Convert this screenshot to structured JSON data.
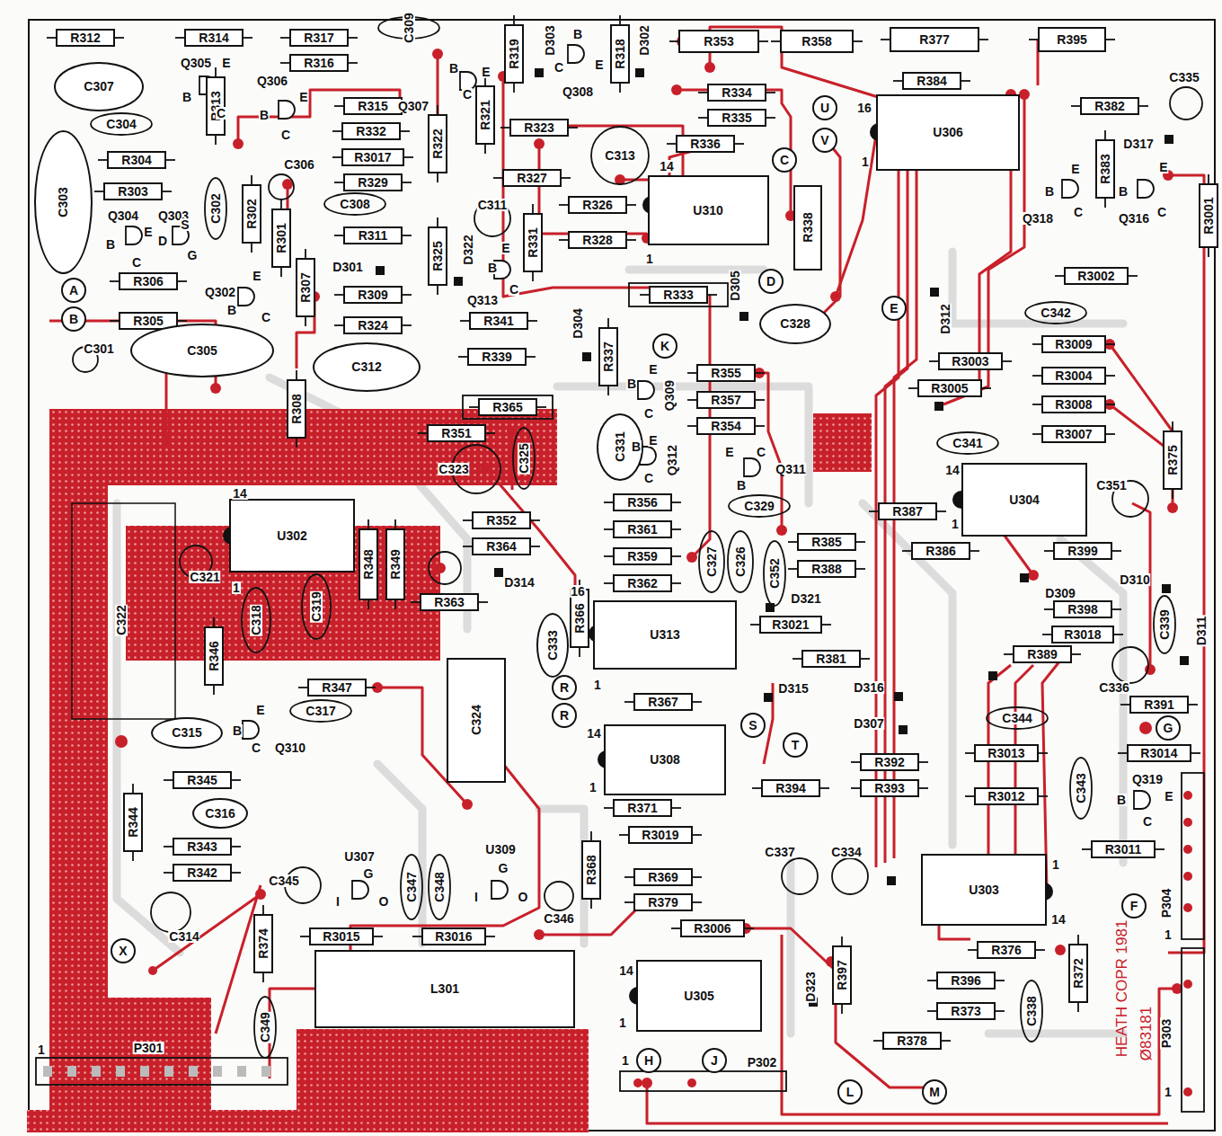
{
  "diagram": {
    "nodes": [
      {
        "text": [
          "R312"
        ]
      },
      {
        "text": [
          "R314"
        ]
      },
      {
        "text": [
          "R317"
        ]
      },
      {
        "text": [
          "R316"
        ]
      },
      {
        "text": [
          "R319"
        ]
      },
      {
        "text": [
          "R318"
        ]
      },
      {
        "text": [
          "R353"
        ]
      },
      {
        "text": [
          "R358"
        ]
      },
      {
        "text": [
          "R377"
        ]
      },
      {
        "text": [
          "R395"
        ]
      },
      {
        "text": [
          "R313"
        ]
      },
      {
        "text": [
          "R315"
        ]
      },
      {
        "text": [
          "R332"
        ]
      },
      {
        "text": [
          "R3017"
        ]
      },
      {
        "text": [
          "R329"
        ]
      },
      {
        "text": [
          "R311"
        ]
      },
      {
        "text": [
          "R309"
        ]
      },
      {
        "text": [
          "R324"
        ]
      },
      {
        "text": [
          "R321"
        ]
      },
      {
        "text": [
          "R322"
        ]
      },
      {
        "text": [
          "R323"
        ]
      },
      {
        "text": [
          "R327"
        ]
      },
      {
        "text": [
          "R326"
        ]
      },
      {
        "text": [
          "R328"
        ]
      },
      {
        "text": [
          "R325"
        ]
      },
      {
        "text": [
          "R331"
        ]
      },
      {
        "text": [
          "R334"
        ]
      },
      {
        "text": [
          "R335"
        ]
      },
      {
        "text": [
          "R336"
        ]
      },
      {
        "text": [
          "R384"
        ]
      },
      {
        "text": [
          "R382"
        ]
      },
      {
        "text": [
          "R383"
        ]
      },
      {
        "text": [
          "R3001"
        ]
      },
      {
        "text": [
          "R304"
        ]
      },
      {
        "text": [
          "R303"
        ]
      },
      {
        "text": [
          "R302"
        ]
      },
      {
        "text": [
          "R301"
        ]
      },
      {
        "text": [
          "R306"
        ]
      },
      {
        "text": [
          "R305"
        ]
      },
      {
        "text": [
          "R307"
        ]
      },
      {
        "text": [
          "R308"
        ]
      },
      {
        "text": [
          "R341"
        ]
      },
      {
        "text": [
          "R339"
        ]
      },
      {
        "text": [
          "R337"
        ]
      },
      {
        "text": [
          "R338"
        ]
      },
      {
        "text": [
          "R333"
        ]
      },
      {
        "text": [
          "R365"
        ]
      },
      {
        "text": [
          "R351"
        ]
      },
      {
        "text": [
          "R355"
        ]
      },
      {
        "text": [
          "R357"
        ]
      },
      {
        "text": [
          "R354"
        ]
      },
      {
        "text": [
          "R3002"
        ]
      },
      {
        "text": [
          "R3009"
        ]
      },
      {
        "text": [
          "R3004"
        ]
      },
      {
        "text": [
          "R3008"
        ]
      },
      {
        "text": [
          "R3007"
        ]
      },
      {
        "text": [
          "R3003"
        ]
      },
      {
        "text": [
          "R3005"
        ]
      },
      {
        "text": [
          "R375"
        ]
      },
      {
        "text": [
          "R356"
        ]
      },
      {
        "text": [
          "R361"
        ]
      },
      {
        "text": [
          "R359"
        ]
      },
      {
        "text": [
          "R362"
        ]
      },
      {
        "text": [
          "R352"
        ]
      },
      {
        "text": [
          "R364"
        ]
      },
      {
        "text": [
          "R348"
        ]
      },
      {
        "text": [
          "R349"
        ]
      },
      {
        "text": [
          "R363"
        ]
      },
      {
        "text": [
          "R366"
        ]
      },
      {
        "text": [
          "R385"
        ]
      },
      {
        "text": [
          "R388"
        ]
      },
      {
        "text": [
          "R387"
        ]
      },
      {
        "text": [
          "R386"
        ]
      },
      {
        "text": [
          "R399"
        ]
      },
      {
        "text": [
          "R3021"
        ]
      },
      {
        "text": [
          "R381"
        ]
      },
      {
        "text": [
          "R398"
        ]
      },
      {
        "text": [
          "R3018"
        ]
      },
      {
        "text": [
          "R389"
        ]
      },
      {
        "text": [
          "R346"
        ]
      },
      {
        "text": [
          "R347"
        ]
      },
      {
        "text": [
          "R367"
        ]
      },
      {
        "text": [
          "R391"
        ]
      },
      {
        "text": [
          "R3014"
        ]
      },
      {
        "text": [
          "R3013"
        ]
      },
      {
        "text": [
          "R392"
        ]
      },
      {
        "text": [
          "R393"
        ]
      },
      {
        "text": [
          "R3012"
        ]
      },
      {
        "text": [
          "R394"
        ]
      },
      {
        "text": [
          "R371"
        ]
      },
      {
        "text": [
          "R3019"
        ]
      },
      {
        "text": [
          "R345"
        ]
      },
      {
        "text": [
          "R344"
        ]
      },
      {
        "text": [
          "R343"
        ]
      },
      {
        "text": [
          "R342"
        ]
      },
      {
        "text": [
          "R369"
        ]
      },
      {
        "text": [
          "R379"
        ]
      },
      {
        "text": [
          "R3006"
        ]
      },
      {
        "text": [
          "R368"
        ]
      },
      {
        "text": [
          "R3011"
        ]
      },
      {
        "text": [
          "R374"
        ]
      },
      {
        "text": [
          "R3015"
        ]
      },
      {
        "text": [
          "R3016"
        ]
      },
      {
        "text": [
          "R376"
        ]
      },
      {
        "text": [
          "R396"
        ]
      },
      {
        "text": [
          "R373"
        ]
      },
      {
        "text": [
          "R372"
        ]
      },
      {
        "text": [
          "R397"
        ]
      },
      {
        "text": [
          "R378"
        ]
      },
      {
        "text": [
          "U306"
        ]
      },
      {
        "text": [
          "U310"
        ]
      },
      {
        "text": [
          "U302"
        ]
      },
      {
        "text": [
          "U313"
        ]
      },
      {
        "text": [
          "U308"
        ]
      },
      {
        "text": [
          "U304"
        ]
      },
      {
        "text": [
          "U303"
        ]
      },
      {
        "text": [
          "U305"
        ]
      },
      {
        "text": [
          "L301"
        ]
      },
      {
        "text": [
          "C324"
        ]
      },
      {
        "text": [
          "C307"
        ]
      },
      {
        "text": [
          "C303"
        ]
      },
      {
        "text": [
          "C305"
        ]
      },
      {
        "text": [
          "C312"
        ]
      },
      {
        "text": [
          "C315"
        ]
      },
      {
        "text": [
          "C316"
        ]
      },
      {
        "text": [
          "C331"
        ]
      },
      {
        "text": [
          "C333"
        ]
      },
      {
        "text": [
          "C328"
        ]
      },
      {
        "text": [
          "A"
        ]
      },
      {
        "text": [
          "B"
        ]
      },
      {
        "text": [
          "U"
        ]
      },
      {
        "text": [
          "V"
        ]
      },
      {
        "text": [
          "C"
        ]
      },
      {
        "text": [
          "D"
        ]
      },
      {
        "text": [
          "E"
        ]
      },
      {
        "text": [
          "K"
        ]
      },
      {
        "text": [
          "R"
        ]
      },
      {
        "text": [
          "R"
        ]
      },
      {
        "text": [
          "S"
        ]
      },
      {
        "text": [
          "T"
        ]
      },
      {
        "text": [
          "G"
        ]
      },
      {
        "text": [
          "F"
        ]
      },
      {
        "text": [
          "X"
        ]
      },
      {
        "text": [
          "H"
        ]
      },
      {
        "text": [
          "J"
        ]
      },
      {
        "text": [
          "L"
        ]
      },
      {
        "text": [
          "M"
        ]
      }
    ],
    "labels": [
      "C309",
      "Q305",
      "E",
      "B",
      "C",
      "Q306",
      "E",
      "B",
      "C",
      "C304",
      "C306",
      "C308",
      "C302",
      "Q304",
      "E",
      "B",
      "C",
      "Q303",
      "S",
      "D",
      "G",
      "Q302",
      "E",
      "B",
      "C",
      "C301",
      "B",
      "E",
      "C",
      "Q307",
      "D303",
      "D302",
      "B",
      "E",
      "C",
      "Q308",
      "C313",
      "14",
      "1",
      "C311",
      "E",
      "B",
      "C",
      "Q313",
      "D301",
      "D322",
      "D305",
      "D304",
      "E",
      "B",
      "Q309",
      "C",
      "E",
      "B",
      "Q312",
      "C",
      "E",
      "C",
      "Q311",
      "B",
      "C325",
      "C323",
      "C329",
      "C327",
      "C326",
      "C352",
      "D321",
      "D315",
      "D316",
      "D307",
      "D314",
      "16",
      "1",
      "14",
      "1",
      "14",
      "1",
      "C321",
      "C318",
      "C319",
      "C322",
      "C317",
      "E",
      "B",
      "C",
      "Q310",
      "U307",
      "G",
      "I",
      "O",
      "C347",
      "C348",
      "U309",
      "G",
      "I",
      "O",
      "C346",
      "C345",
      "C314",
      "C349",
      "P301",
      "1",
      "14",
      "1",
      "1",
      "P302",
      "C337",
      "C334",
      "D323",
      "C344",
      "C343",
      "C338",
      "1",
      "14",
      "C336",
      "C339",
      "D311",
      "D310",
      "D309",
      "C351",
      "14",
      "1",
      "C341",
      "C342",
      "D312",
      "Q318",
      "E",
      "B",
      "C",
      "Q316",
      "E",
      "B",
      "C",
      "D317",
      "C335",
      "16",
      "1",
      "Q319",
      "E",
      "B",
      "C",
      "P304",
      "1",
      "P303",
      "1",
      "HEATH COPR 1981",
      "Ø83181"
    ]
  }
}
